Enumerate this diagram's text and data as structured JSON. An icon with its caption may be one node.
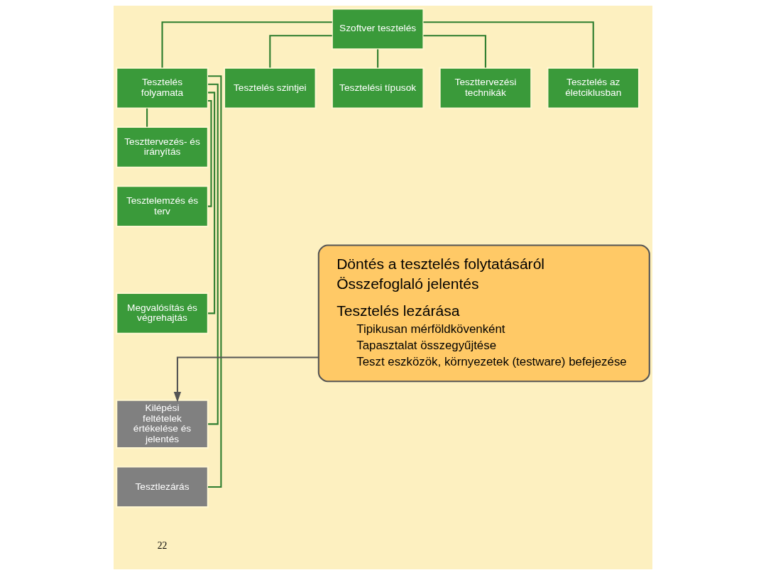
{
  "diagram": {
    "nodes": [
      {
        "text": [
          "Szoftver tesztelés"
        ]
      },
      {
        "text": [
          "Tesztelés folyamata"
        ]
      },
      {
        "text": [
          "Tesztelés szintjei"
        ]
      },
      {
        "text": [
          "Tesztelési típusok"
        ]
      },
      {
        "text": [
          "Teszttervezési technikák"
        ]
      },
      {
        "text": [
          "Tesztelés az életciklusban"
        ]
      },
      {
        "text": [
          "Teszttervezés- és irányítás"
        ]
      },
      {
        "text": [
          "Tesztelemzés és terv"
        ]
      },
      {
        "text": [
          "Megvalósítás és végrehajtás"
        ]
      },
      {
        "text": [
          "Kilépési feltételek értékelése és jelentés"
        ]
      },
      {
        "text": [
          "Tesztlezárás"
        ]
      },
      {
        "text": [
          "Döntés a tesztelés folytatásáról",
          "Összefoglaló jelentés",
          "Tesztelés lezárása",
          "Tipikusan mérföldkövenként",
          "Tapasztalat összegyűjtése",
          "Teszt eszközök, környezetek (testware) befejezése"
        ]
      }
    ],
    "edges": [
      {
        "from": 0,
        "to": 1,
        "arrow": "none"
      },
      {
        "from": 0,
        "to": 2,
        "arrow": "none"
      },
      {
        "from": 0,
        "to": 3,
        "arrow": "none"
      },
      {
        "from": 0,
        "to": 4,
        "arrow": "none"
      },
      {
        "from": 0,
        "to": 5,
        "arrow": "none"
      },
      {
        "from": 1,
        "to": 6,
        "arrow": "none"
      },
      {
        "from": 1,
        "to": 7,
        "arrow": "none"
      },
      {
        "from": 1,
        "to": 8,
        "arrow": "none"
      },
      {
        "from": 1,
        "to": 9,
        "arrow": "none"
      },
      {
        "from": 1,
        "to": 10,
        "arrow": "none"
      },
      {
        "from": 11,
        "to": 9,
        "arrow": "to"
      }
    ],
    "labels": [
      "22"
    ]
  }
}
